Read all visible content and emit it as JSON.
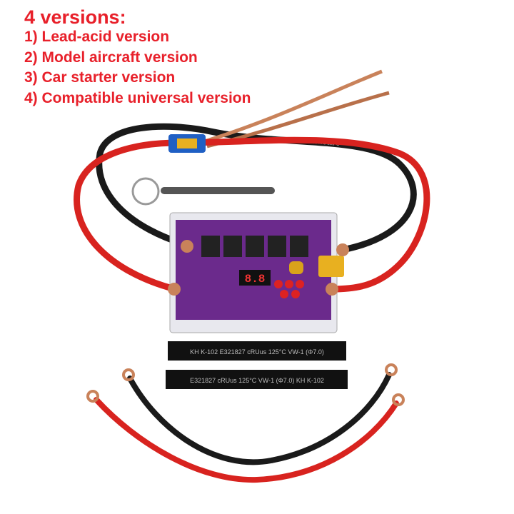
{
  "caption": {
    "title": "4 versions:",
    "items": [
      "1) Lead-acid version",
      "2) Model aircraft version",
      "3) Car starter version",
      "4) Compatible universal version"
    ]
  },
  "product_markings": {
    "tube_top": "KH K-102  E321827  cRUus  125°C  VW-1 (Φ7.0)",
    "tube_bottom": "E321827  cRUus  125°C  VW-1 (Φ7.0)   KH K-102",
    "cable": "10AWG 200°C",
    "display": "8.8"
  },
  "colors": {
    "caption": "#e8202a",
    "board": "#6b2a8c",
    "red_cable": "#d8231f",
    "black_cable": "#1a1a1a",
    "copper": "#c9825a",
    "connector_blue": "#1f5fc4",
    "connector_yellow": "#e8b020"
  }
}
